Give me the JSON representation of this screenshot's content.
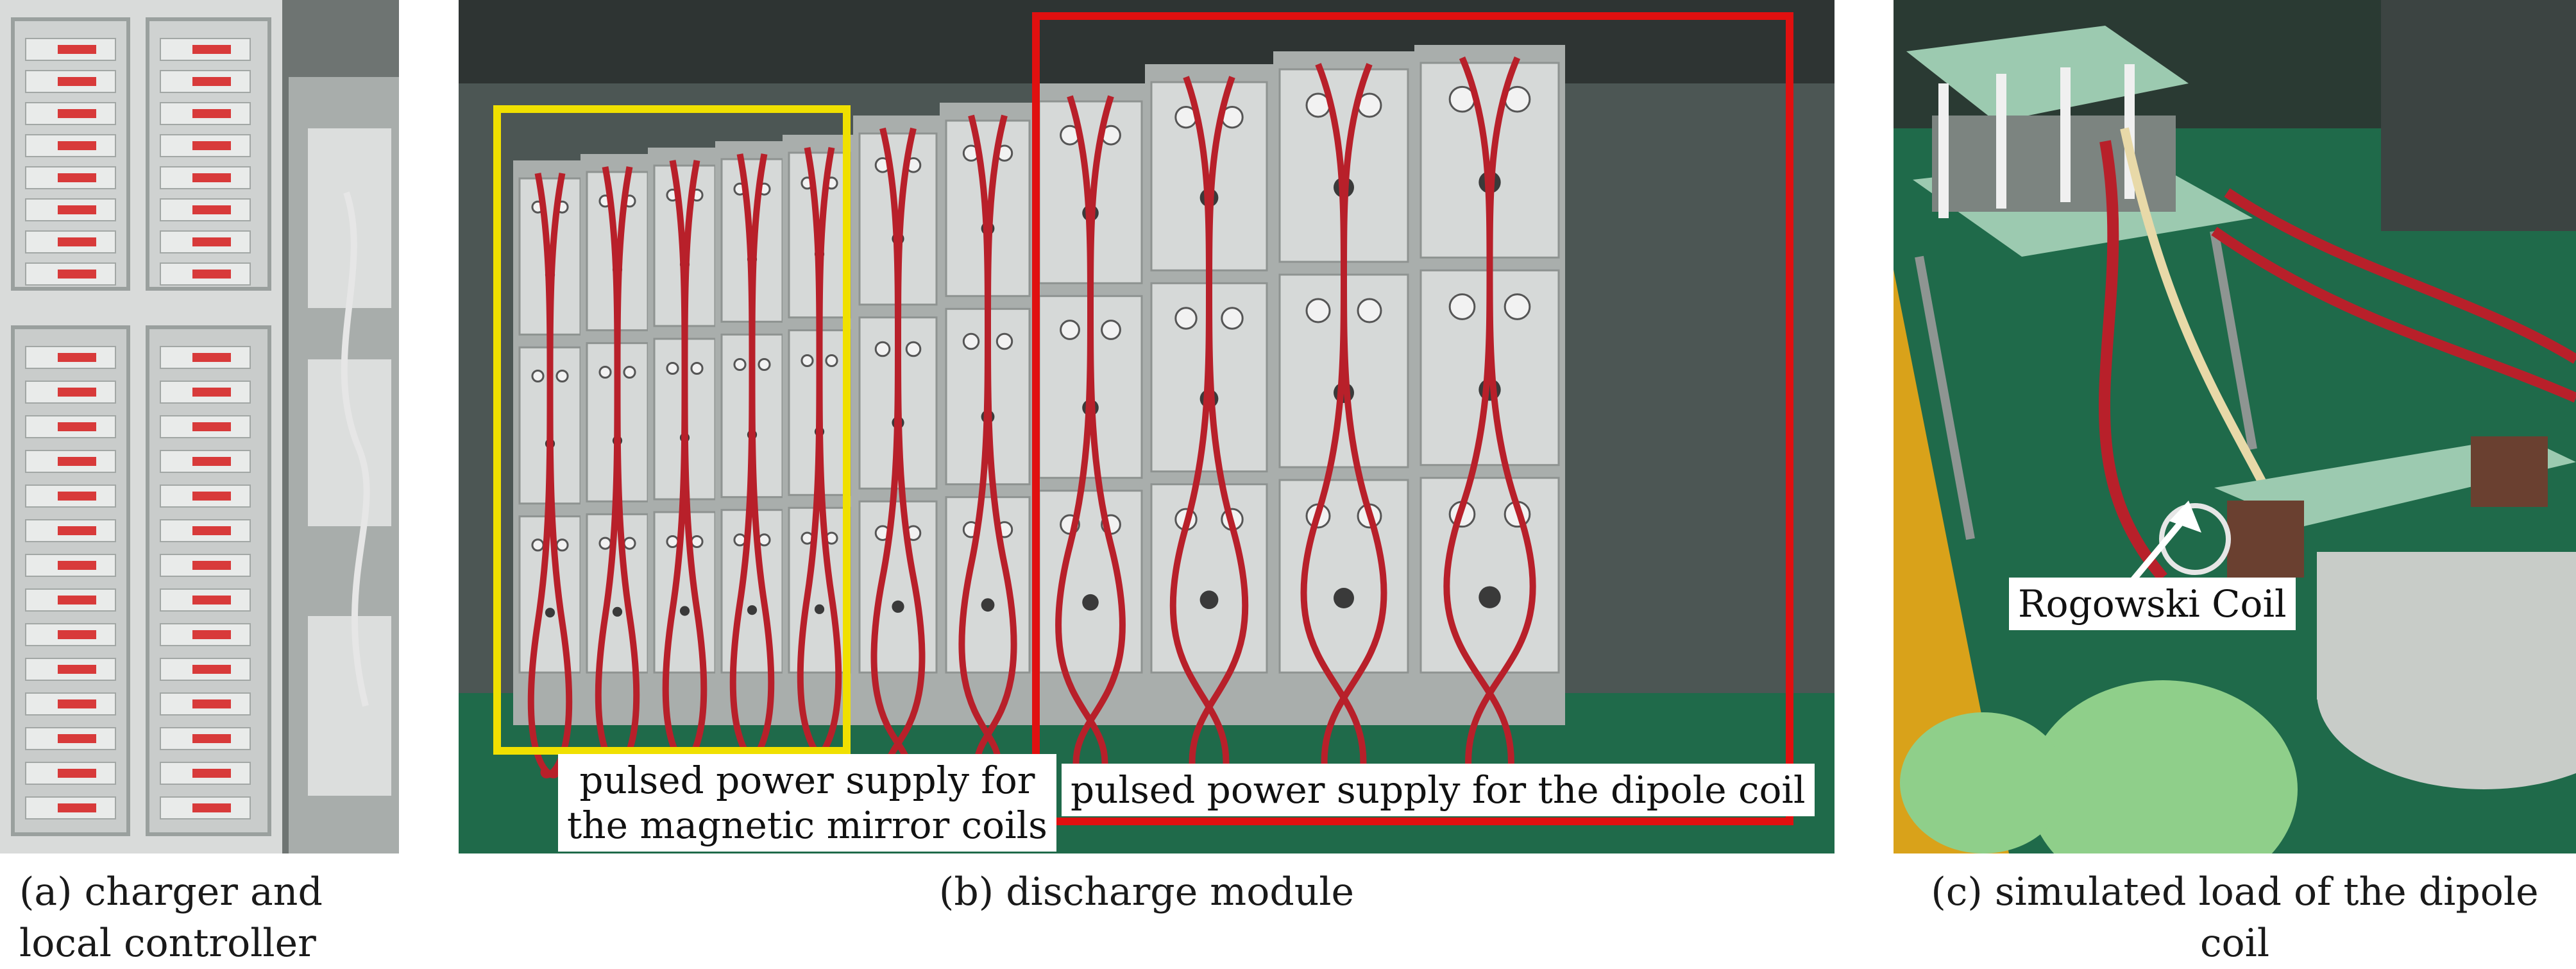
{
  "panels": {
    "a": {
      "caption": "(a) charger and local controller"
    },
    "b": {
      "caption": "(b) discharge module",
      "label_mirror_line1": "pulsed power supply for",
      "label_mirror_line2": "the magnetic mirror coils",
      "label_dipole": "pulsed power supply for the dipole coil",
      "mirror_box_color": "#f0e000",
      "dipole_box_color": "#e01010"
    },
    "c": {
      "caption": "(c) simulated load of the dipole coil",
      "label_rogowski": "Rogowski Coil"
    }
  },
  "colors": {
    "cable_red": "#b8202a",
    "cabinet_gray": "#bfc3c2",
    "floor_green": "#1f6a4a"
  }
}
